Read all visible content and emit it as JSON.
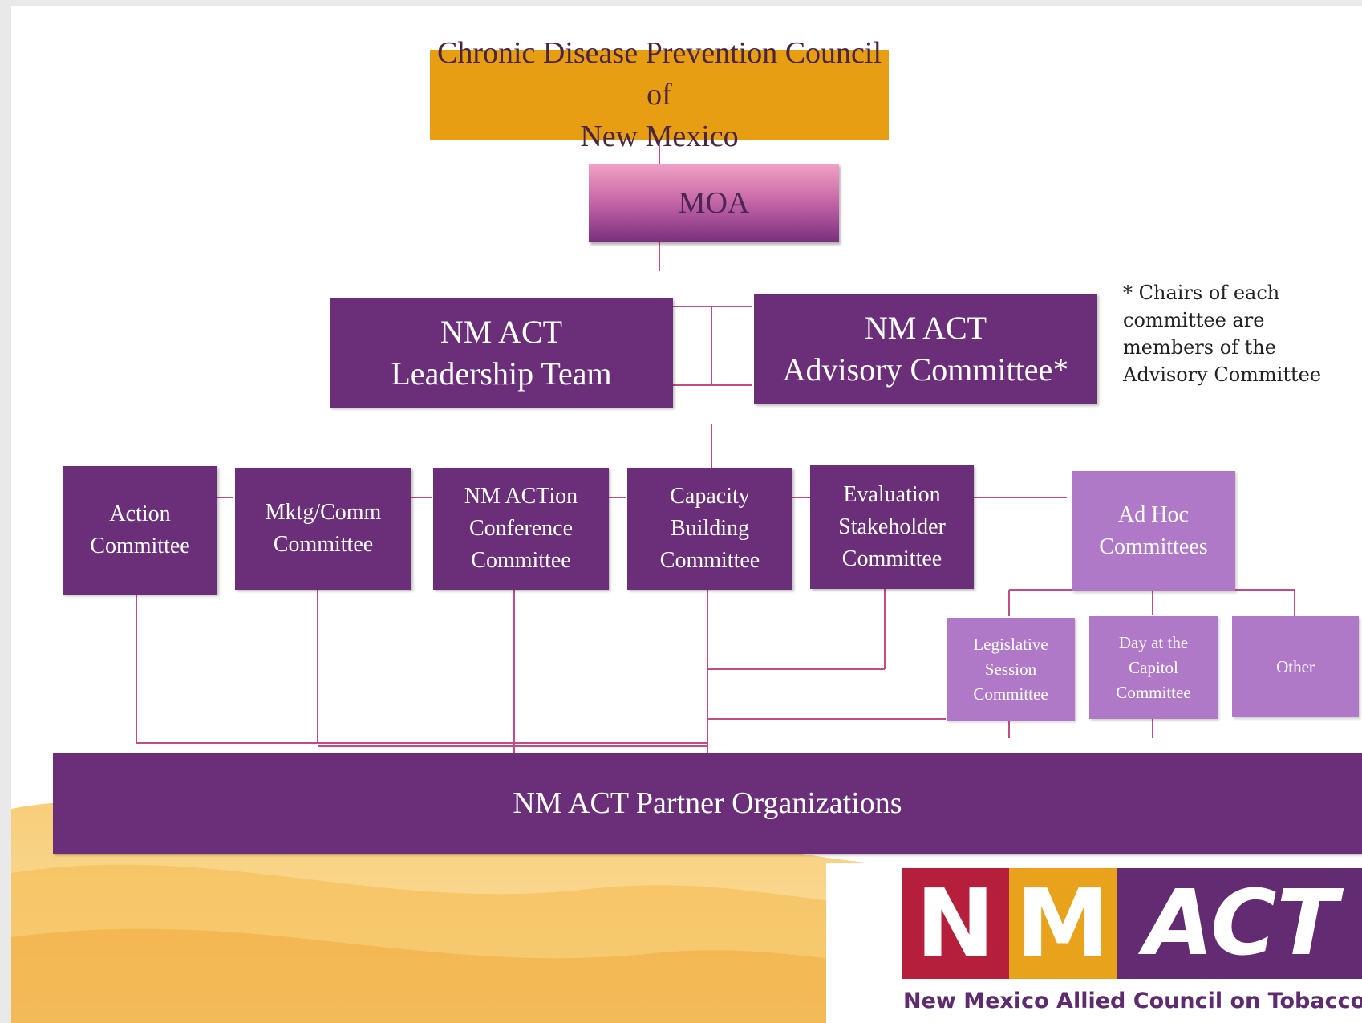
{
  "diagram": {
    "council": "Chronic Disease Prevention Council of\nNew Mexico",
    "moa": "MOA",
    "leadership_team": "NM ACT\nLeadership Team",
    "advisory_committee": "NM ACT\nAdvisory Committee*",
    "footnote": "* Chairs of each\ncommittee are\nmembers of the\nAdvisory Committee",
    "committees": [
      "Action\nCommittee",
      "Mktg/Comm\nCommittee",
      "NM ACTion\nConference\nCommittee",
      "Capacity\nBuilding\nCommittee",
      "Evaluation\nStakeholder\nCommittee"
    ],
    "ad_hoc": "Ad Hoc\nCommittees",
    "ad_hoc_subcommittees": [
      "Legislative\nSession\nCommittee",
      "Day at the\nCapitol\nCommittee",
      "Other"
    ],
    "partners": "NM ACT Partner Organizations"
  },
  "logo": {
    "letters": [
      "N",
      "M",
      "ACT"
    ],
    "tagline": "New Mexico Allied Council on Tobacco"
  },
  "colors": {
    "deep_purple": "#6a2f78",
    "light_purple": "#b079c8",
    "gold": "#e89e12",
    "connector_pink": "#c24d82",
    "logo_red": "#b61f3c",
    "logo_gold": "#e9a21b",
    "logo_purple": "#632c72"
  }
}
